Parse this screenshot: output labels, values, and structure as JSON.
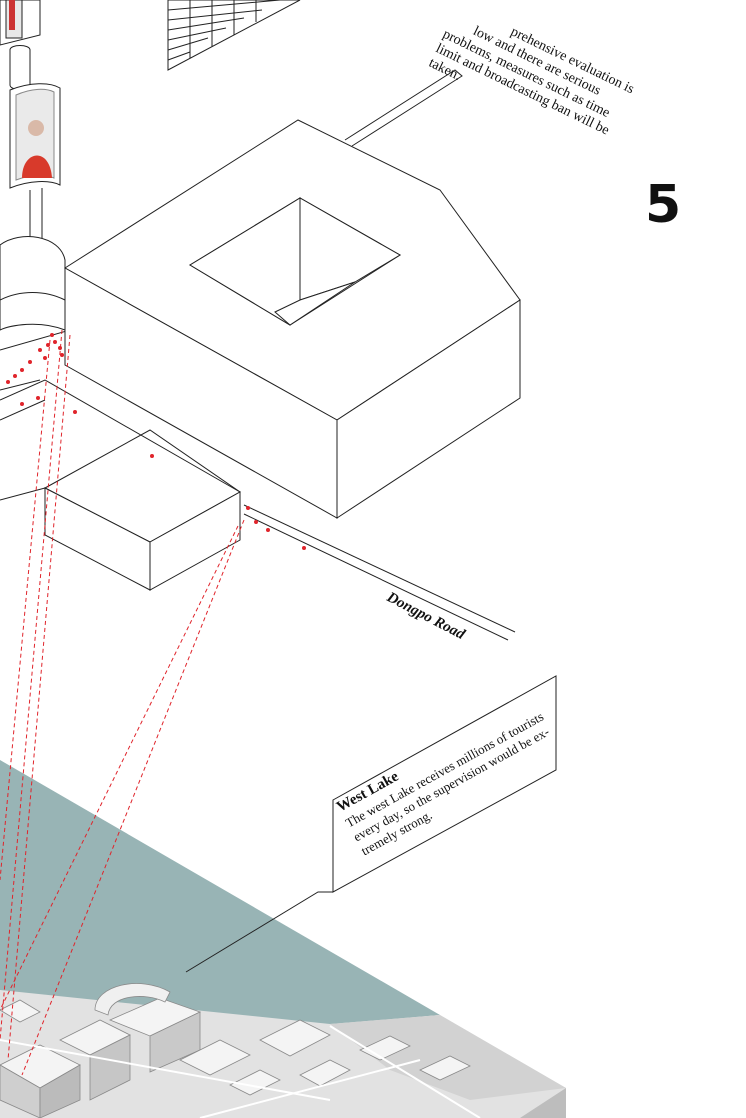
{
  "figure": {
    "step_number": "5",
    "evaluation_note": {
      "lines": [
        "prehensive evaluation is",
        "low  and  there  are  serious",
        "problems, measures such as time",
        "limit and broadcasting ban will be",
        "taken."
      ]
    },
    "road_label": "Dongpo Road",
    "callout": {
      "title": "West Lake",
      "lines": [
        "The west Lake receives millions of tourists",
        "every day, so the supervision would be ex-",
        "tremely strong."
      ]
    },
    "colors": {
      "lake": "#98b4b5",
      "sight_lines": "#e0242b",
      "people": "#e0242b",
      "city_model": "#d9d9d9"
    }
  }
}
